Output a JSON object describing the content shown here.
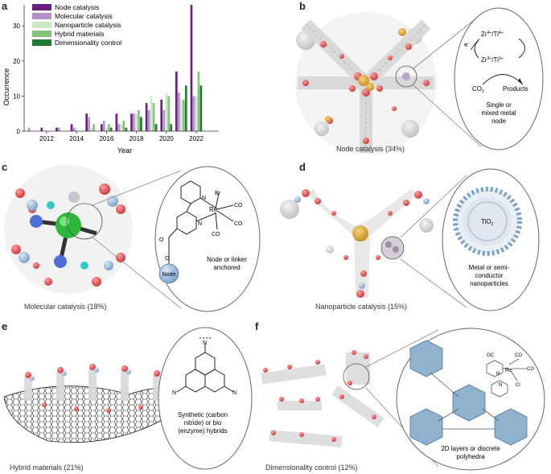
{
  "panels": {
    "a": {
      "label": "a"
    },
    "b": {
      "label": "b",
      "caption": "Node catalysis (34%)",
      "zr1": "Zr",
      "zr1_sup": "4+",
      "ti1": "/Ti",
      "ti1_sup": "4+",
      "zr2": "Zr",
      "zr2_sup": "3+",
      "ti2": "/Ti",
      "ti2_sup": "3+",
      "electron": "e",
      "electron_sup": "−",
      "co2": "CO",
      "co2_sub": "2",
      "products": "Products",
      "note_line1": "Single or",
      "note_line2": "mixed metal",
      "note_line3": "node"
    },
    "c": {
      "label": "c",
      "caption": "Molecular catalysis (18%)",
      "br": "Br",
      "re": "Re",
      "co": "CO",
      "n": "N",
      "o": "O",
      "node": "Node",
      "note_line1": "Node or linker",
      "note_line2": "anchored"
    },
    "d": {
      "label": "d",
      "caption": "Nanoparticle catalysis (15%)",
      "tio2": "TiO",
      "tio2_sub": "2",
      "note_line1": "Metal or semi-",
      "note_line2": "conductor",
      "note_line3": "nanoparticles"
    },
    "e": {
      "label": "e",
      "caption": "Hybrid materials (21%)",
      "n": "N",
      "note_line1": "Synthetic (carbon",
      "note_line2": "nitride) or bio",
      "note_line3": "(enzyme) hybrids"
    },
    "f": {
      "label": "f",
      "caption": "Dimensionality control (12%)",
      "re": "Re",
      "oc": "OC",
      "co": "CO",
      "cl": "Cl",
      "n": "N",
      "note_line1": "2D layers or discrete",
      "note_line2": "polyhedra"
    }
  },
  "chart_data": {
    "type": "bar",
    "xlabel": "Year",
    "ylabel": "Occurrence",
    "ylim": [
      0,
      36
    ],
    "yticks": [
      0,
      10,
      20,
      30
    ],
    "xticks": [
      2012,
      2014,
      2016,
      2018,
      2020,
      2022
    ],
    "categories": [
      2011,
      2012,
      2013,
      2014,
      2015,
      2016,
      2017,
      2018,
      2019,
      2020,
      2021,
      2022,
      2023
    ],
    "legend_position": "top-left",
    "series": [
      {
        "name": "Node catalysis",
        "color": "#6a1f7f",
        "values": [
          0,
          1,
          1,
          2,
          5,
          2,
          5,
          5,
          8,
          9,
          17,
          36,
          0
        ]
      },
      {
        "name": "Molecular catalysis",
        "color": "#b491c8",
        "values": [
          1,
          0,
          1,
          1,
          4,
          3,
          2,
          5,
          6,
          6,
          11,
          10,
          0
        ]
      },
      {
        "name": "Nanoparticle catalysis",
        "color": "#cfe9c8",
        "values": [
          0,
          0,
          0,
          1,
          1,
          1,
          2,
          5,
          10,
          11,
          9,
          10,
          0
        ]
      },
      {
        "name": "Hybrid materials",
        "color": "#82c27a",
        "values": [
          0,
          0,
          0,
          0,
          2,
          2,
          3,
          6,
          8,
          10,
          9,
          17,
          0
        ]
      },
      {
        "name": "Dimensionality control",
        "color": "#1f7a32",
        "values": [
          0,
          0,
          0,
          0,
          0,
          1,
          1,
          4,
          2,
          2,
          13,
          13,
          0
        ]
      }
    ]
  }
}
